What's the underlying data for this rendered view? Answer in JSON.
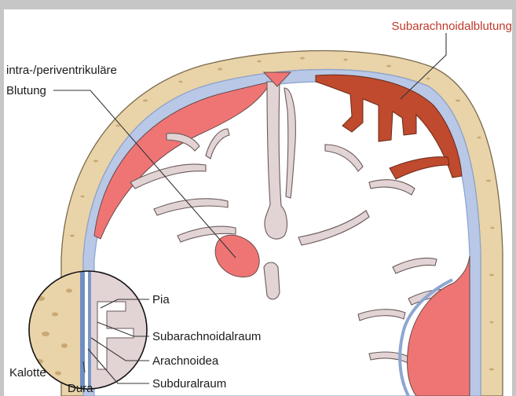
{
  "labels": {
    "subarachnoid_bleed": "Subarachnoidalblutung",
    "intraventricular_line1": "intra-/periventrikuläre",
    "intraventricular_line2": "Blutung",
    "pia": "Pia",
    "subarachnoid_space": "Subarachnoidalraum",
    "arachnoid": "Arachnoidea",
    "subdural_space": "Subduralraum",
    "skull": "Kalotte",
    "dura": "Dura"
  },
  "colors": {
    "frame_gray": "#c6c6c6",
    "bone": "#e9d3a9",
    "bone_speckle": "#c9a873",
    "csf_blue": "#b8c8e6",
    "membrane_blue": "#8ea6d2",
    "brain_tissue": "#e2d3d5",
    "hemorrhage_red": "#ef7575",
    "subarachnoid_blood": "#bf4a2d",
    "label_red": "#c0392b"
  }
}
